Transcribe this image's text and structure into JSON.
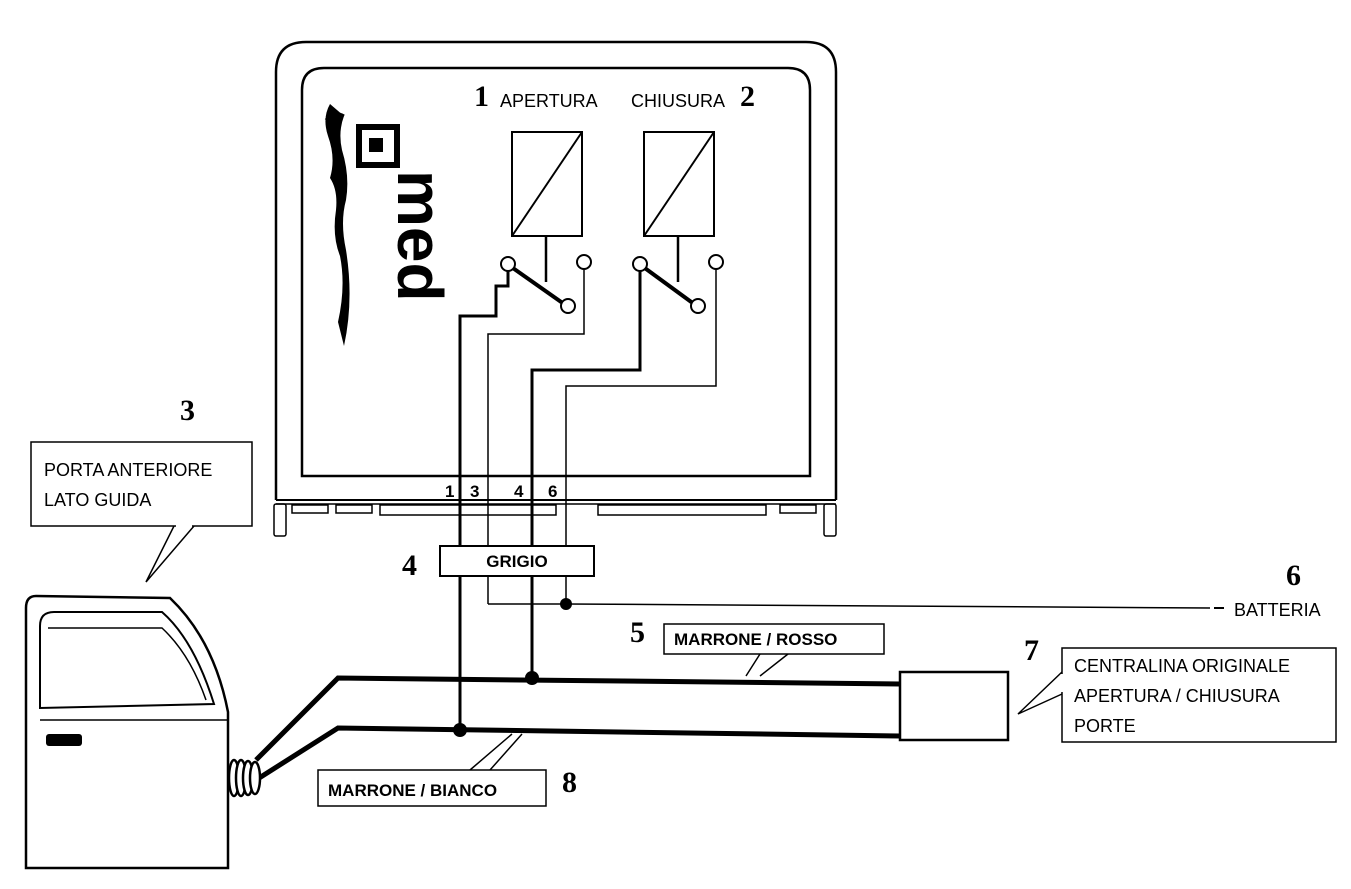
{
  "module": {
    "logo_text": "med",
    "relay1": {
      "number": "1",
      "label": "APERTURA"
    },
    "relay2": {
      "number": "2",
      "label": "CHIUSURA"
    },
    "pins": [
      "1",
      "3",
      "4",
      "6"
    ]
  },
  "callouts": {
    "door": {
      "number": "3",
      "line1": "PORTA ANTERIORE",
      "line2": "LATO GUIDA"
    },
    "connector": {
      "number": "4",
      "label": "GRIGIO"
    },
    "marrone_rosso": {
      "number": "5",
      "label": "MARRONE / ROSSO"
    },
    "battery": {
      "number": "6",
      "label": "BATTERIA"
    },
    "central_unit": {
      "number": "7",
      "line1": "CENTRALINA ORIGINALE",
      "line2": "APERTURA  /  CHIUSURA",
      "line3": "PORTE"
    },
    "marrone_bianco": {
      "number": "8",
      "label": "MARRONE / BIANCO"
    }
  }
}
